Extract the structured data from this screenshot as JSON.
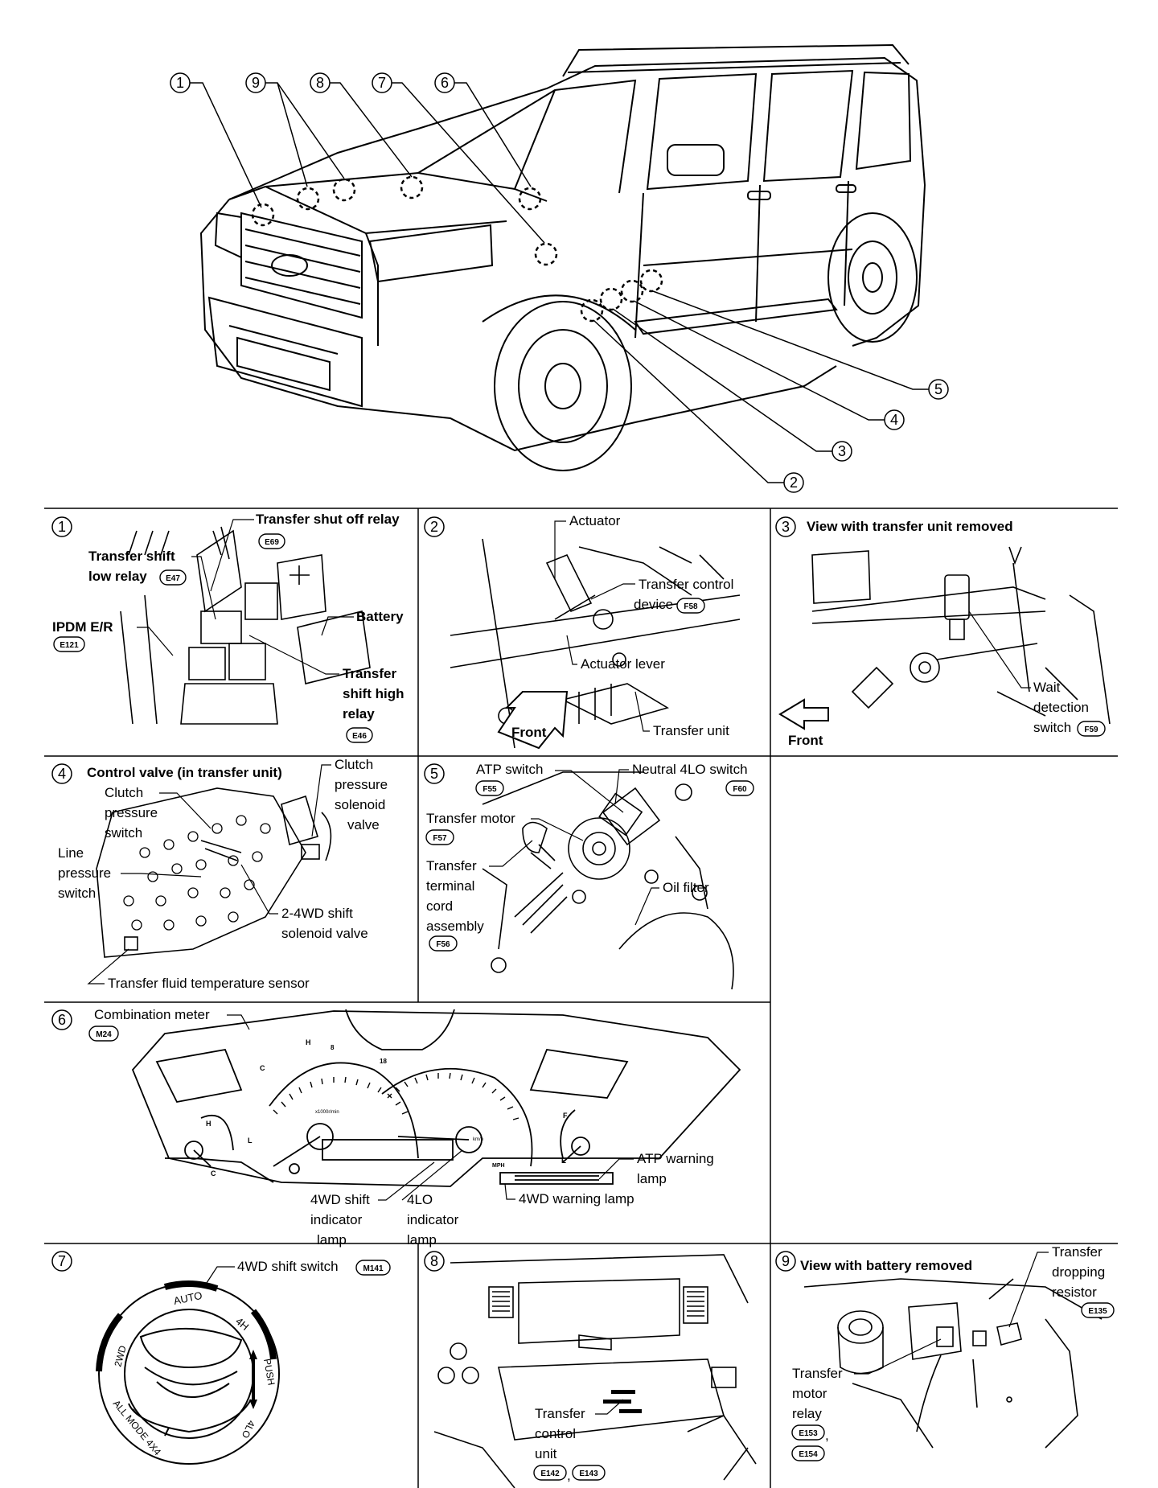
{
  "callouts": [
    "1",
    "2",
    "3",
    "4",
    "5",
    "6",
    "7",
    "8",
    "9"
  ],
  "panel1": {
    "num": "1",
    "transfer_shut_off_relay": "Transfer shut off relay",
    "conn_e69": "E69",
    "transfer_shift_low_relay_1": "Transfer shift",
    "transfer_shift_low_relay_2": "low relay",
    "conn_e47": "E47",
    "ipdm": "IPDM E/R",
    "conn_e121": "E121",
    "battery": "Battery",
    "transfer_shift_high_1": "Transfer",
    "transfer_shift_high_2": "shift high",
    "transfer_shift_high_3": "relay",
    "conn_e46": "E46"
  },
  "panel2": {
    "num": "2",
    "actuator": "Actuator",
    "transfer_control_device_1": "Transfer control",
    "transfer_control_device_2": "device",
    "conn_f58": "F58",
    "actuator_lever": "Actuator lever",
    "front": "Front",
    "transfer_unit": "Transfer unit"
  },
  "panel3": {
    "num": "3",
    "title": "View with transfer unit removed",
    "wait_1": "Wait",
    "wait_2": "detection",
    "wait_3": "switch",
    "conn_f59": "F59",
    "front": "Front"
  },
  "panel4": {
    "num": "4",
    "title": "Control valve (in transfer unit)",
    "clutch_psol_1": "Clutch",
    "clutch_psol_2": "pressure",
    "clutch_psol_3": "solenoid",
    "clutch_psol_4": "valve",
    "clutch_psw_1": "Clutch",
    "clutch_psw_2": "pressure",
    "clutch_psw_3": "switch",
    "line_1": "Line",
    "line_2": "pressure",
    "line_3": "switch",
    "shift_sol_1": "2-4WD shift",
    "shift_sol_2": "solenoid valve",
    "fluid_temp": "Transfer fluid temperature sensor"
  },
  "panel5": {
    "num": "5",
    "atp_switch": "ATP switch",
    "conn_f55": "F55",
    "neutral": "Neutral 4LO switch",
    "conn_f60": "F60",
    "motor": "Transfer motor",
    "conn_f57": "F57",
    "term_1": "Transfer",
    "term_2": "terminal",
    "term_3": "cord",
    "term_4": "assembly",
    "conn_f56": "F56",
    "oil_filter": "Oil filter"
  },
  "panel6": {
    "num": "6",
    "combo": "Combination meter",
    "conn_m24": "M24",
    "shift_lamp_1": "4WD shift",
    "shift_lamp_2": "indicator",
    "shift_lamp_3": "lamp",
    "lo_1": "4LO",
    "lo_2": "indicator",
    "lo_3": "lamp",
    "warn_4wd": "4WD warning lamp",
    "atp_warn_1": "ATP warning",
    "atp_warn_2": "lamp",
    "tach_unit": "x1000r/min",
    "speed_unit": "km/h",
    "mph": "MPH",
    "temp_h": "H",
    "temp_c": "C",
    "fuel_f": "F",
    "fuel_e": "E",
    "gauge_h": "H",
    "gauge_c": "C",
    "gauge_l": "L",
    "tick_8": "8",
    "tick_18": "18"
  },
  "panel7": {
    "num": "7",
    "switch": "4WD shift switch",
    "conn_m141": "M141",
    "auto": "AUTO",
    "fourh": "4H",
    "push": "PUSH",
    "fourlo": "4LO",
    "twowd": "2WD",
    "allmode": "ALL MODE 4X4"
  },
  "panel8": {
    "num": "8",
    "tcu_1": "Transfer",
    "tcu_2": "control",
    "tcu_3": "unit",
    "conn_e142": "E142",
    "conn_e143": "E143",
    "comma": ","
  },
  "panel9": {
    "num": "9",
    "title": "View with battery removed",
    "resistor_1": "Transfer",
    "resistor_2": "dropping",
    "resistor_3": "resistor",
    "conn_e135": "E135",
    "motor_relay_1": "Transfer",
    "motor_relay_2": "motor",
    "motor_relay_3": "relay",
    "conn_e153": "E153",
    "conn_e154": "E154",
    "comma": ","
  }
}
